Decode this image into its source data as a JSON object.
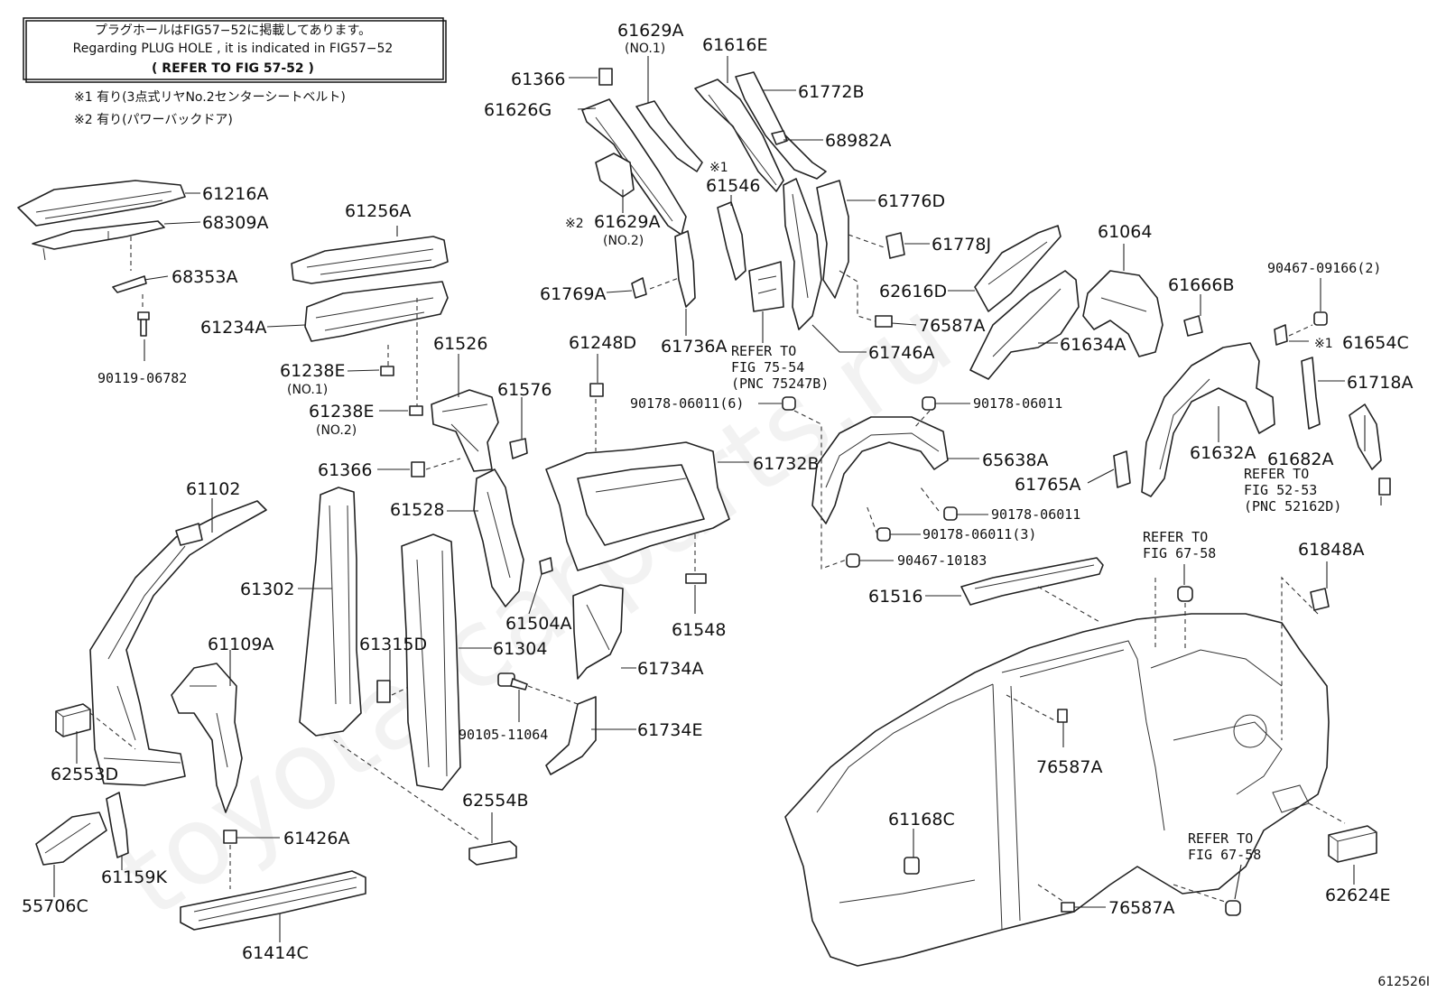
{
  "notice": {
    "line1": "プラグホールはFIG57−52に掲載してあります。",
    "line2": "Regarding PLUG HOLE , it is indicated in FIG57−52",
    "line3": "(    REFER TO FIG 57-52   )"
  },
  "notes": [
    "※1 有り(3点式リヤNo.2センターシートベルト)",
    "※2 有り(パワーバックドア)"
  ],
  "watermark": "toyota-carparts.ru",
  "figure_id": "612526I",
  "labels": [
    {
      "id": "61216A",
      "text": "61216A"
    },
    {
      "id": "68309A",
      "text": "68309A"
    },
    {
      "id": "68353A",
      "text": "68353A"
    },
    {
      "id": "90119-06782",
      "text": "90119-06782"
    },
    {
      "id": "61256A",
      "text": "61256A"
    },
    {
      "id": "61234A",
      "text": "61234A"
    },
    {
      "id": "61238E-1",
      "text": "61238E",
      "sub": "(NO.1)"
    },
    {
      "id": "61238E-2",
      "text": "61238E",
      "sub": "(NO.2)"
    },
    {
      "id": "61526",
      "text": "61526"
    },
    {
      "id": "61576",
      "text": "61576"
    },
    {
      "id": "61366-b",
      "text": "61366"
    },
    {
      "id": "61366-a",
      "text": "61366"
    },
    {
      "id": "61626G",
      "text": "61626G"
    },
    {
      "id": "61629A-1",
      "text": "61629A",
      "sub": "(NO.1)"
    },
    {
      "id": "61629A-2",
      "text": "61629A",
      "sub": "(NO.2)",
      "mark": "※2"
    },
    {
      "id": "61616E",
      "text": "61616E"
    },
    {
      "id": "61772B",
      "text": "61772B"
    },
    {
      "id": "68982A",
      "text": "68982A"
    },
    {
      "id": "61546",
      "text": "61546",
      "mark": "※1"
    },
    {
      "id": "61776D",
      "text": "61776D"
    },
    {
      "id": "61778J",
      "text": "61778J"
    },
    {
      "id": "62616D",
      "text": "62616D"
    },
    {
      "id": "76587A-a",
      "text": "76587A"
    },
    {
      "id": "61746A",
      "text": "61746A"
    },
    {
      "id": "61769A",
      "text": "61769A"
    },
    {
      "id": "61736A",
      "text": "61736A"
    },
    {
      "id": "61064",
      "text": "61064"
    },
    {
      "id": "61634A",
      "text": "61634A"
    },
    {
      "id": "61666B",
      "text": "61666B"
    },
    {
      "id": "90467-09166",
      "text": "90467-09166(2)"
    },
    {
      "id": "61654C",
      "text": "61654C",
      "mark": "※1"
    },
    {
      "id": "61718A",
      "text": "61718A"
    },
    {
      "id": "61632A",
      "text": "61632A"
    },
    {
      "id": "61682A",
      "text": "61682A"
    },
    {
      "id": "61765A",
      "text": "61765A"
    },
    {
      "id": "61248D",
      "text": "61248D"
    },
    {
      "id": "61732B",
      "text": "61732B"
    },
    {
      "id": "90178-06011-6",
      "text": "90178-06011(6)"
    },
    {
      "id": "90178-06011-a",
      "text": "90178-06011"
    },
    {
      "id": "65638A",
      "text": "65638A"
    },
    {
      "id": "90178-06011-b",
      "text": "90178-06011"
    },
    {
      "id": "90178-06011-3",
      "text": "90178-06011(3)"
    },
    {
      "id": "90467-10183",
      "text": "90467-10183"
    },
    {
      "id": "61516",
      "text": "61516"
    },
    {
      "id": "61848A",
      "text": "61848A"
    },
    {
      "id": "61102",
      "text": "61102"
    },
    {
      "id": "61302",
      "text": "61302"
    },
    {
      "id": "61528",
      "text": "61528"
    },
    {
      "id": "61504A",
      "text": "61504A"
    },
    {
      "id": "61548",
      "text": "61548"
    },
    {
      "id": "61109A",
      "text": "61109A"
    },
    {
      "id": "61315D",
      "text": "61315D"
    },
    {
      "id": "61304",
      "text": "61304"
    },
    {
      "id": "61734A",
      "text": "61734A"
    },
    {
      "id": "90105-11064",
      "text": "90105-11064"
    },
    {
      "id": "61734E",
      "text": "61734E"
    },
    {
      "id": "62553D",
      "text": "62553D"
    },
    {
      "id": "62554B",
      "text": "62554B"
    },
    {
      "id": "61426A",
      "text": "61426A"
    },
    {
      "id": "61159K",
      "text": "61159K"
    },
    {
      "id": "55706C",
      "text": "55706C"
    },
    {
      "id": "61414C",
      "text": "61414C"
    },
    {
      "id": "76587A-b",
      "text": "76587A"
    },
    {
      "id": "61168C",
      "text": "61168C"
    },
    {
      "id": "76587A-c",
      "text": "76587A"
    },
    {
      "id": "62624E",
      "text": "62624E"
    }
  ],
  "refers": [
    {
      "id": "ref-75-54",
      "lines": [
        "REFER TO",
        "FIG 75-54",
        "(PNC 75247B)"
      ]
    },
    {
      "id": "ref-52-53",
      "lines": [
        "REFER TO",
        "FIG 52-53",
        "(PNC 52162D)"
      ]
    },
    {
      "id": "ref-67-58-a",
      "lines": [
        "REFER TO",
        "FIG 67-58"
      ]
    },
    {
      "id": "ref-67-58-b",
      "lines": [
        "REFER TO",
        "FIG 67-58"
      ]
    }
  ]
}
